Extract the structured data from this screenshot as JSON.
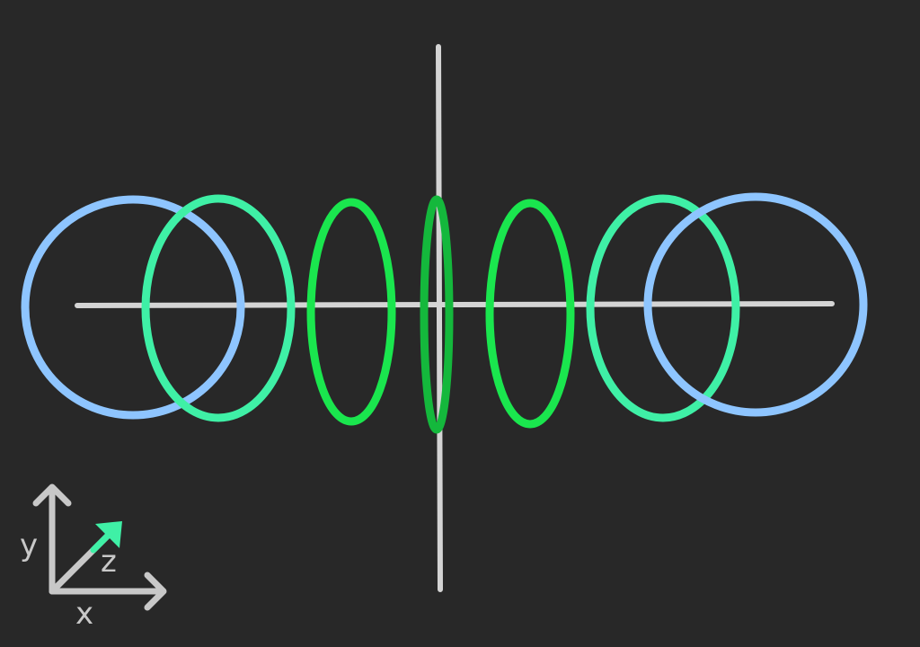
{
  "colors": {
    "background": "#282828",
    "axis": "#d4d4d4",
    "outer_rings": "#8ec5ff",
    "mid_rings": "#3ff0a6",
    "inner_rings": "#1ae64e",
    "center_ring": "#14b83c",
    "gizmo": "#c8c8c8",
    "gizmo_z_arrow": "#3ff0a6"
  },
  "rings": [
    {
      "name": "ring-blue-left",
      "color": "outer_rings"
    },
    {
      "name": "ring-mint-left",
      "color": "mid_rings"
    },
    {
      "name": "ring-green-left",
      "color": "inner_rings"
    },
    {
      "name": "ring-center",
      "color": "center_ring"
    },
    {
      "name": "ring-green-right",
      "color": "inner_rings"
    },
    {
      "name": "ring-mint-right",
      "color": "mid_rings"
    },
    {
      "name": "ring-blue-right",
      "color": "outer_rings"
    }
  ],
  "gizmo": {
    "x_label": "x",
    "y_label": "y",
    "z_label": "z"
  }
}
